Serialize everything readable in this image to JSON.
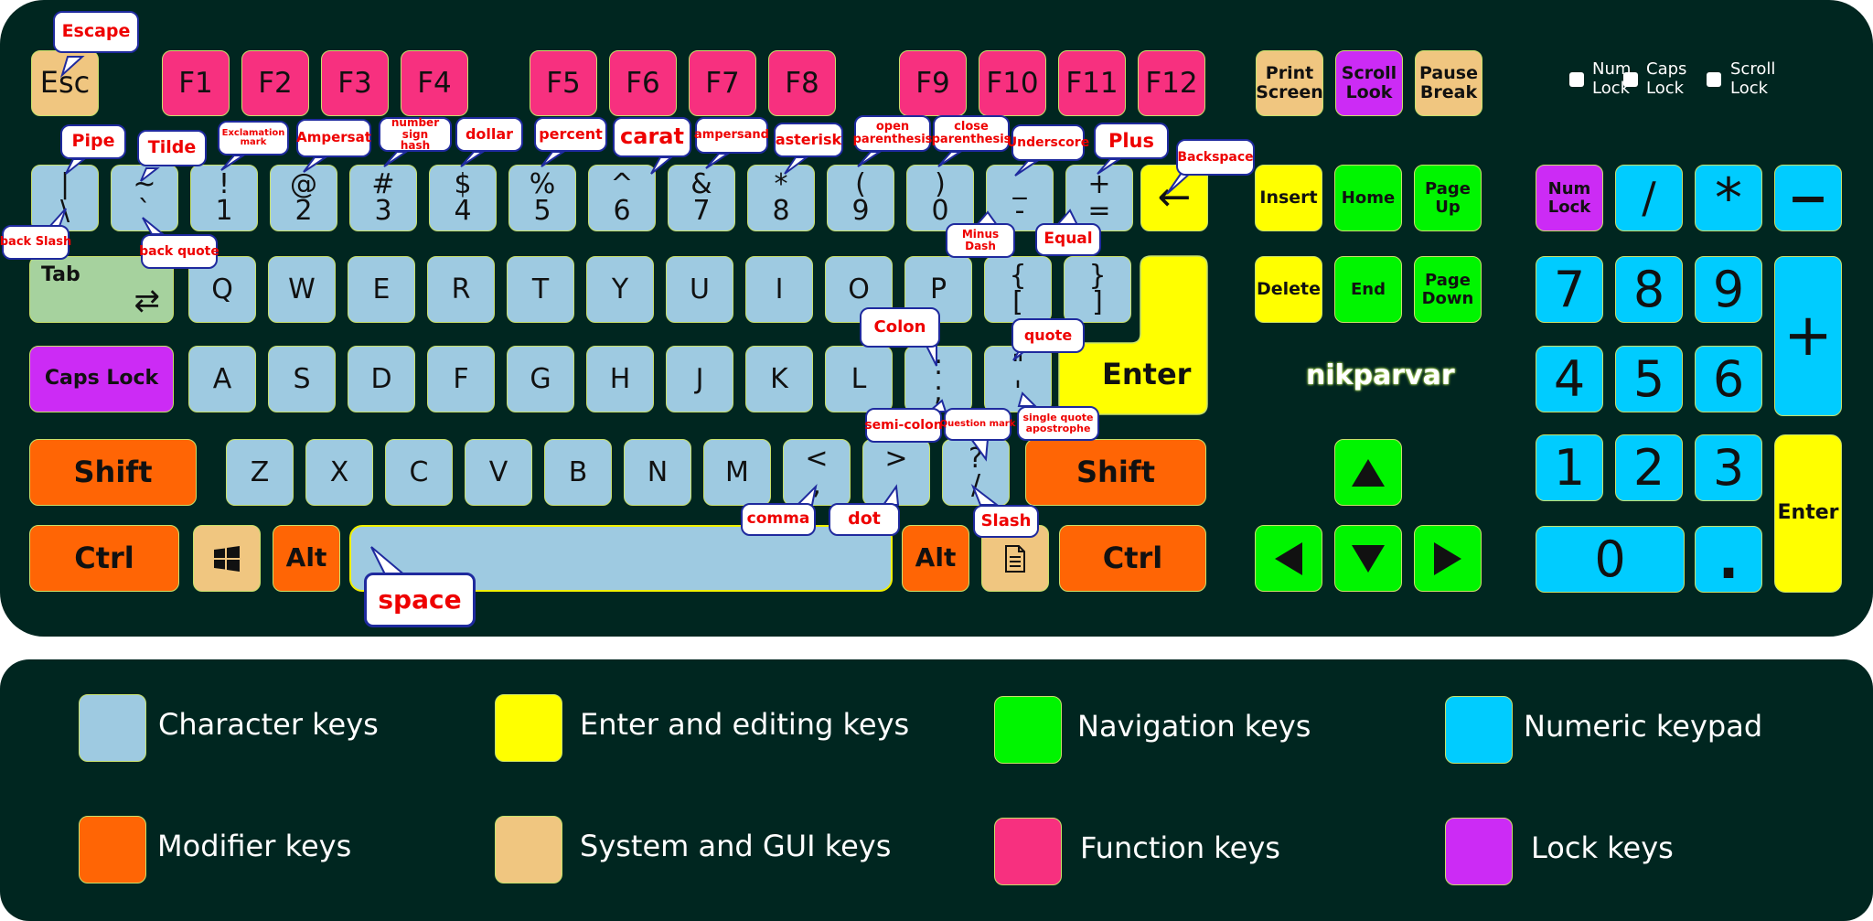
{
  "colors": {
    "character": "#9ecae1",
    "editing": "#ffff00",
    "navigation": "#00f500",
    "numeric": "#00ccff",
    "modifier": "#ff6505",
    "system": "#f0c680",
    "function": "#f7307f",
    "lock": "#cc2bf5",
    "panel": "#002620",
    "callout_text": "#ee0000"
  },
  "brand": "nikparvar",
  "indicators": [
    "Num Lock",
    "Caps Lock",
    "Scroll Lock"
  ],
  "keys": {
    "esc": "Esc",
    "f": [
      "F1",
      "F2",
      "F3",
      "F4",
      "F5",
      "F6",
      "F7",
      "F8",
      "F9",
      "F10",
      "F11",
      "F12"
    ],
    "print_screen": "Print Screen",
    "scroll_look": "Scroll Look",
    "pause_break": "Pause Break",
    "number_row": [
      {
        "top": "|",
        "bottom": "\\"
      },
      {
        "top": "~",
        "bottom": "`"
      },
      {
        "top": "!",
        "bottom": "1"
      },
      {
        "top": "@",
        "bottom": "2"
      },
      {
        "top": "#",
        "bottom": "3"
      },
      {
        "top": "$",
        "bottom": "4"
      },
      {
        "top": "%",
        "bottom": "5"
      },
      {
        "top": "^",
        "bottom": "6"
      },
      {
        "top": "&",
        "bottom": "7"
      },
      {
        "top": "*",
        "bottom": "8"
      },
      {
        "top": "(",
        "bottom": "9"
      },
      {
        "top": ")",
        "bottom": "0"
      },
      {
        "top": "_",
        "bottom": "-"
      },
      {
        "top": "+",
        "bottom": "="
      }
    ],
    "backspace_glyph": "←",
    "tab": "Tab",
    "tab_glyph": "⇄",
    "row_q": [
      "Q",
      "W",
      "E",
      "R",
      "T",
      "Y",
      "U",
      "I",
      "O",
      "P"
    ],
    "row_q_sym": [
      {
        "top": "{",
        "bottom": "["
      },
      {
        "top": "}",
        "bottom": "]"
      }
    ],
    "caps_lock": "Caps Lock",
    "row_a": [
      "A",
      "S",
      "D",
      "F",
      "G",
      "H",
      "J",
      "K",
      "L"
    ],
    "row_a_sym": [
      {
        "top": ":",
        "bottom": ";"
      },
      {
        "top": "\"",
        "bottom": "'"
      }
    ],
    "enter": "Enter",
    "shift": "Shift",
    "row_z": [
      "Z",
      "X",
      "C",
      "V",
      "B",
      "N",
      "M"
    ],
    "row_z_sym": [
      {
        "top": "<",
        "bottom": ","
      },
      {
        "top": ">",
        "bottom": "."
      },
      {
        "top": "?",
        "bottom": "/"
      }
    ],
    "ctrl": "Ctrl",
    "alt": "Alt",
    "insert": "Insert",
    "home": "Home",
    "page_up": "Page Up",
    "delete": "Delete",
    "end": "End",
    "page_down": "Page Down",
    "num_lock": "Num Lock",
    "numpad": {
      "slash": "/",
      "star": "*",
      "minus": "−",
      "plus": "+",
      "n7": "7",
      "n8": "8",
      "n9": "9",
      "n4": "4",
      "n5": "5",
      "n6": "6",
      "n1": "1",
      "n2": "2",
      "n3": "3",
      "n0": "0",
      "dot": ".",
      "enter": "Enter"
    }
  },
  "callouts": {
    "escape": "Escape",
    "pipe": "Pipe",
    "tilde": "Tilde",
    "exclamation": "Exclamation mark",
    "ampersat": "Ampersat",
    "number_sign": "number sign hash",
    "dollar": "dollar",
    "percent": "percent",
    "carat": "carat",
    "ampersand": "ampersand",
    "asterisk": "asterisk",
    "open_paren": "open parenthesis",
    "close_paren": "close parenthesis",
    "underscore": "Underscore",
    "plus": "Plus",
    "backspace": "Backspace",
    "back_slash": "back Slash",
    "back_quote": "back quote",
    "minus_dash": "Minus Dash",
    "equal": "Equal",
    "colon": "Colon",
    "quote": "quote",
    "semi_colon": "semi-colon",
    "question_mark": "Question mark",
    "single_quote": "single quote apostrophe",
    "comma": "comma",
    "dot": "dot",
    "slash": "Slash",
    "space": "space"
  },
  "legend": [
    {
      "label": "Character keys",
      "color": "#9ecae1"
    },
    {
      "label": "Enter and editing keys",
      "color": "#ffff00"
    },
    {
      "label": "Navigation keys",
      "color": "#00f500"
    },
    {
      "label": "Numeric keypad",
      "color": "#00ccff"
    },
    {
      "label": "Modifier keys",
      "color": "#ff6505"
    },
    {
      "label": "System and GUI keys",
      "color": "#f0c680"
    },
    {
      "label": "Function keys",
      "color": "#f7307f"
    },
    {
      "label": "Lock keys",
      "color": "#cc2bf5"
    }
  ]
}
